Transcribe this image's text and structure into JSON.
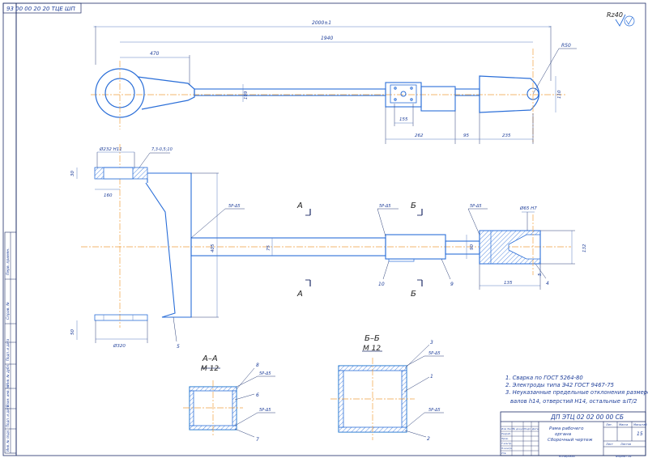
{
  "drawing": {
    "doc_code_rotated": "93 00 00 20 20 ТЦЕ ШП",
    "roughness": "Rz40",
    "dims_top": [
      "2000±1",
      "1940",
      "470",
      "R50",
      "199",
      "110",
      "155",
      "262",
      "95",
      "235"
    ],
    "dims_front": [
      "Ø232 H11",
      "7,3-0,5;10",
      "30",
      "160",
      "405",
      "75",
      "Ø65 H7",
      "132",
      "90",
      "50",
      "Ø320",
      "135",
      "5"
    ],
    "welds": [
      "5Р-Δ5",
      "5Р-Δ5",
      "5Р-Δ5",
      "5Р-Δ5"
    ],
    "section_marks": [
      "А",
      "А",
      "Б",
      "Б"
    ],
    "callouts_front": [
      "10",
      "9",
      "4",
      "5"
    ],
    "section_aa": {
      "title": "А–А",
      "scale": "М 12",
      "callouts": [
        "8",
        "6",
        "7"
      ],
      "welds": [
        "5Р-Δ5",
        "5Р-Δ5"
      ]
    },
    "section_bb": {
      "title": "Б–Б",
      "scale": "М 12",
      "callouts": [
        "3",
        "1",
        "2"
      ],
      "welds": [
        "5Р-Δ5",
        "5Р-Δ5"
      ]
    },
    "notes": [
      "1. Сварка по ГОСТ 5264-80",
      "2. Электроды типа Э42 ГОСТ 9467-75",
      "3. Неуказанные предельные отклонения размеров",
      "валов h14, отверстий H14, остальные ±IT/2"
    ],
    "title_block": {
      "designation": "ДП ЭТЦ 02 02 00 00 СБ",
      "name_1": "Рама рабочего",
      "name_2": "органа",
      "name_3": "Сборочный чертеж",
      "col_lit": "Лит.",
      "col_mass": "Масса",
      "col_scale": "Масштаб",
      "scale": "15",
      "sheet": "Лист",
      "sheets": "Листов",
      "rows": [
        "Изм Лист",
        "№ докум",
        "Подп.",
        "Дата",
        "Разраб.",
        "Пров.",
        "Т.контр.",
        "Н.контр.",
        "Утв."
      ],
      "copied": "Копировал",
      "format": "Формат А1"
    },
    "left_strip": [
      "Перв. примен.",
      "Справ. №",
      "Подп. и дата",
      "Инв. № дубл.",
      "Взам. инв. №",
      "Подп. и дата",
      "Инв. № подл."
    ]
  }
}
